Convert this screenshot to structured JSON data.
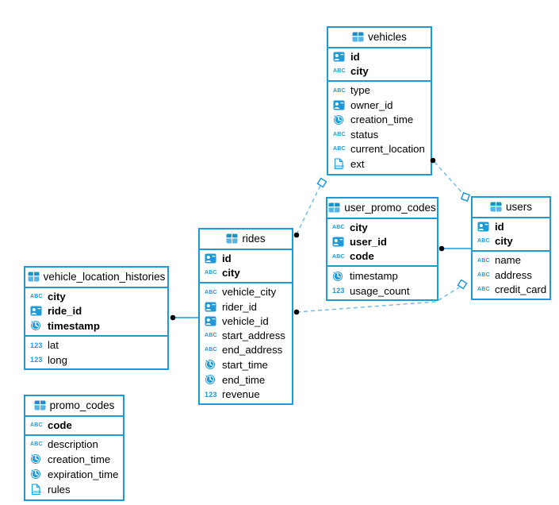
{
  "diagram": {
    "colors": {
      "table_border_blue": "#1E9AD7",
      "relation_dashed_blue": "#74BCE8",
      "endpoint_dot": "#000000",
      "text": "#000000"
    },
    "icon_labels": {
      "text_type": "ABC",
      "number_type": "123",
      "json_type": "JSON"
    },
    "tables": [
      {
        "name": "vehicles",
        "pk_columns": [
          {
            "name": "id",
            "type": "id"
          },
          {
            "name": "city",
            "type": "text"
          }
        ],
        "columns": [
          {
            "name": "type",
            "type": "text"
          },
          {
            "name": "owner_id",
            "type": "id"
          },
          {
            "name": "creation_time",
            "type": "time"
          },
          {
            "name": "status",
            "type": "text"
          },
          {
            "name": "current_location",
            "type": "text"
          },
          {
            "name": "ext",
            "type": "json"
          }
        ]
      },
      {
        "name": "user_promo_codes",
        "pk_columns": [
          {
            "name": "city",
            "type": "text"
          },
          {
            "name": "user_id",
            "type": "id"
          },
          {
            "name": "code",
            "type": "text"
          }
        ],
        "columns": [
          {
            "name": "timestamp",
            "type": "time"
          },
          {
            "name": "usage_count",
            "type": "number"
          }
        ]
      },
      {
        "name": "users",
        "pk_columns": [
          {
            "name": "id",
            "type": "id"
          },
          {
            "name": "city",
            "type": "text"
          }
        ],
        "columns": [
          {
            "name": "name",
            "type": "text"
          },
          {
            "name": "address",
            "type": "text"
          },
          {
            "name": "credit_card",
            "type": "text"
          }
        ]
      },
      {
        "name": "rides",
        "pk_columns": [
          {
            "name": "id",
            "type": "id"
          },
          {
            "name": "city",
            "type": "text"
          }
        ],
        "columns": [
          {
            "name": "vehicle_city",
            "type": "text"
          },
          {
            "name": "rider_id",
            "type": "id"
          },
          {
            "name": "vehicle_id",
            "type": "id"
          },
          {
            "name": "start_address",
            "type": "text"
          },
          {
            "name": "end_address",
            "type": "text"
          },
          {
            "name": "start_time",
            "type": "time"
          },
          {
            "name": "end_time",
            "type": "time"
          },
          {
            "name": "revenue",
            "type": "number"
          }
        ]
      },
      {
        "name": "vehicle_location_histories",
        "pk_columns": [
          {
            "name": "city",
            "type": "text"
          },
          {
            "name": "ride_id",
            "type": "id"
          },
          {
            "name": "timestamp",
            "type": "time"
          }
        ],
        "columns": [
          {
            "name": "lat",
            "type": "number"
          },
          {
            "name": "long",
            "type": "number"
          }
        ]
      },
      {
        "name": "promo_codes",
        "pk_columns": [
          {
            "name": "code",
            "type": "text"
          }
        ],
        "columns": [
          {
            "name": "description",
            "type": "text"
          },
          {
            "name": "creation_time",
            "type": "time"
          },
          {
            "name": "expiration_time",
            "type": "time"
          },
          {
            "name": "rules",
            "type": "json"
          }
        ]
      }
    ],
    "relations": [
      {
        "from": "vehicles",
        "from_marker": "diamond",
        "to": "rides",
        "to_marker": "dot",
        "style": "dashed"
      },
      {
        "from": "vehicles",
        "from_marker": "dot",
        "to": "users",
        "to_marker": "diamond",
        "style": "dashed"
      },
      {
        "from": "user_promo_codes",
        "from_marker": "dot",
        "to": "users",
        "to_marker": "none",
        "style": "solid"
      },
      {
        "from": "rides",
        "from_marker": "dot",
        "to": "users",
        "to_marker": "diamond",
        "style": "dashed"
      },
      {
        "from": "vehicle_location_histories",
        "from_marker": "dot",
        "to": "rides",
        "to_marker": "none",
        "style": "solid"
      }
    ]
  }
}
